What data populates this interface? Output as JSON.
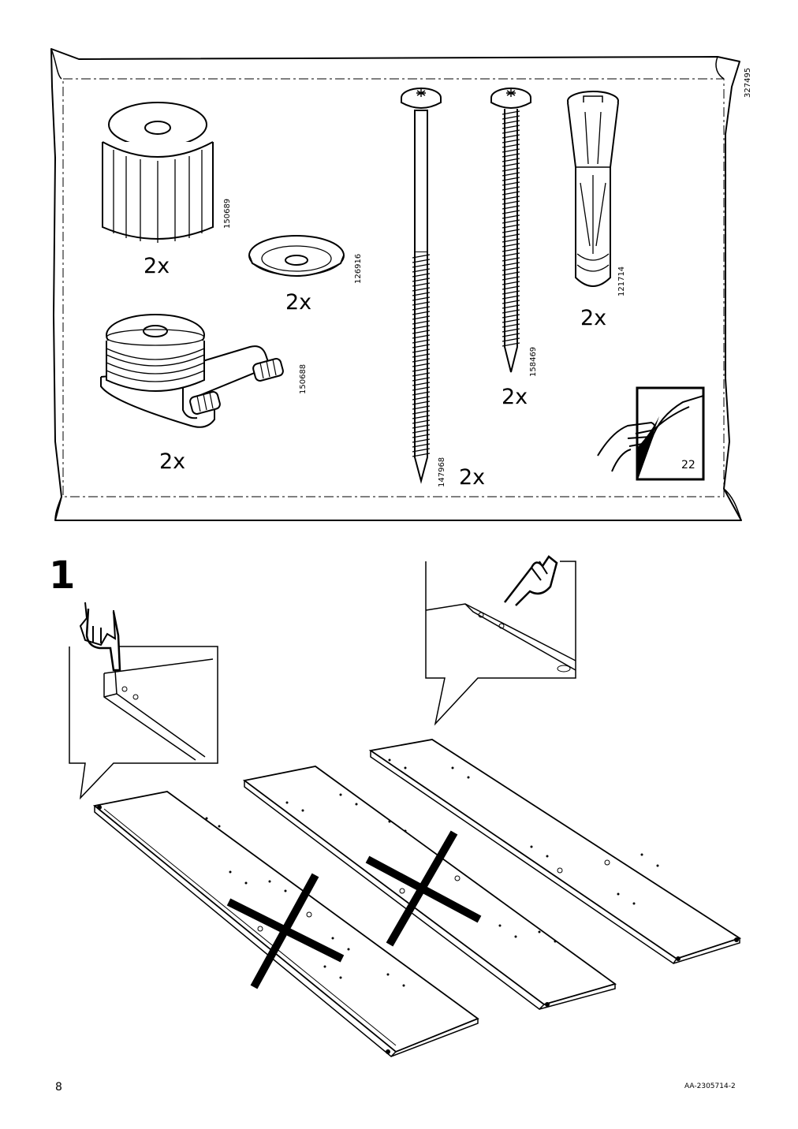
{
  "parts_bag": {
    "bag_id": "327495",
    "items": [
      {
        "id": "knob",
        "part_number": "150689",
        "quantity": "2x"
      },
      {
        "id": "washer",
        "part_number": "126916",
        "quantity": "2x"
      },
      {
        "id": "adjustable-foot",
        "part_number": "150688",
        "quantity": "2x"
      },
      {
        "id": "long-screw",
        "part_number": "147968",
        "quantity": "2x"
      },
      {
        "id": "short-screw",
        "part_number": "158469",
        "quantity": "2x"
      },
      {
        "id": "wall-plug",
        "part_number": "121714",
        "quantity": "2x"
      }
    ],
    "page_ref": "22"
  },
  "step": {
    "number": "1"
  },
  "footer": {
    "page_number": "8",
    "doc_code": "AA-2305714-2"
  }
}
